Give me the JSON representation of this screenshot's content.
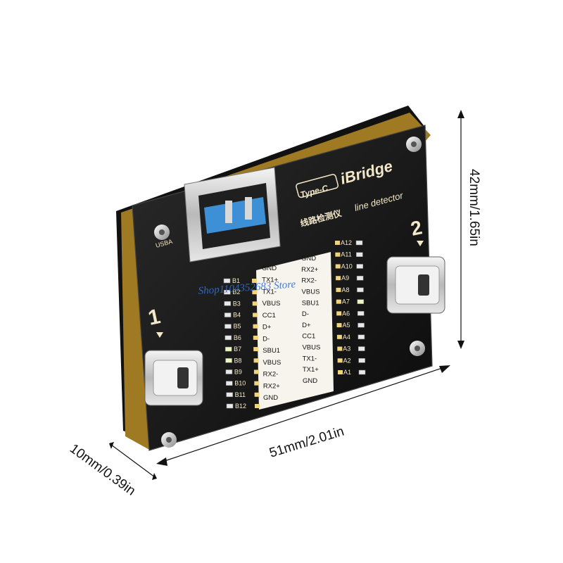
{
  "board": {
    "brand": "iBridge",
    "type_label": "Type-C",
    "subtitle_cn": "线路检测仪",
    "subtitle_en": "line detector",
    "usb_label": "USBA",
    "port1": "1",
    "port2": "2",
    "left_pins": [
      "GND",
      "TX1+",
      "TX1-",
      "VBUS",
      "CC1",
      "D+",
      "D-",
      "SBU1",
      "VBUS",
      "RX2-",
      "RX2+",
      "GND"
    ],
    "right_pins": [
      "GND",
      "RX2+",
      "RX2-",
      "VBUS",
      "SBU1",
      "D-",
      "D+",
      "CC1",
      "VBUS",
      "TX1-",
      "TX1+",
      "GND"
    ],
    "b_labels": [
      "B1",
      "B2",
      "B3",
      "B4",
      "B5",
      "B6",
      "B7",
      "B8",
      "B9",
      "B10",
      "B11",
      "B12"
    ],
    "a_labels": [
      "A12",
      "A11",
      "A10",
      "A9",
      "A8",
      "A7",
      "A6",
      "A5",
      "A4",
      "A3",
      "A2",
      "A1"
    ]
  },
  "dimensions": {
    "height": "42mm/1.65in",
    "width": "51mm/2.01in",
    "depth": "10mm/0.39in"
  },
  "watermark": "Shop1104352683 Store"
}
